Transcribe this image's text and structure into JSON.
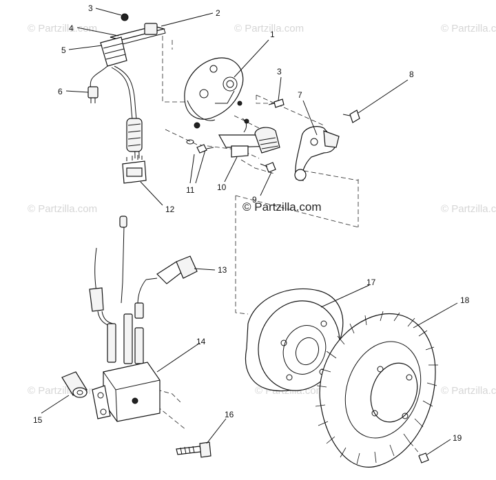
{
  "watermark": {
    "site": "© Partzilla.com"
  },
  "callouts": [
    {
      "id": "1",
      "label": "1"
    },
    {
      "id": "2",
      "label": "2"
    },
    {
      "id": "3a",
      "label": "3"
    },
    {
      "id": "3b",
      "label": "3"
    },
    {
      "id": "4",
      "label": "4"
    },
    {
      "id": "5",
      "label": "5"
    },
    {
      "id": "6",
      "label": "6"
    },
    {
      "id": "7",
      "label": "7"
    },
    {
      "id": "8",
      "label": "8"
    },
    {
      "id": "9",
      "label": "9"
    },
    {
      "id": "10",
      "label": "10"
    },
    {
      "id": "11",
      "label": "11"
    },
    {
      "id": "12",
      "label": "12"
    },
    {
      "id": "13",
      "label": "13"
    },
    {
      "id": "14",
      "label": "14"
    },
    {
      "id": "15",
      "label": "15"
    },
    {
      "id": "16",
      "label": "16"
    },
    {
      "id": "17",
      "label": "17"
    },
    {
      "id": "18",
      "label": "18"
    },
    {
      "id": "19",
      "label": "19"
    }
  ]
}
